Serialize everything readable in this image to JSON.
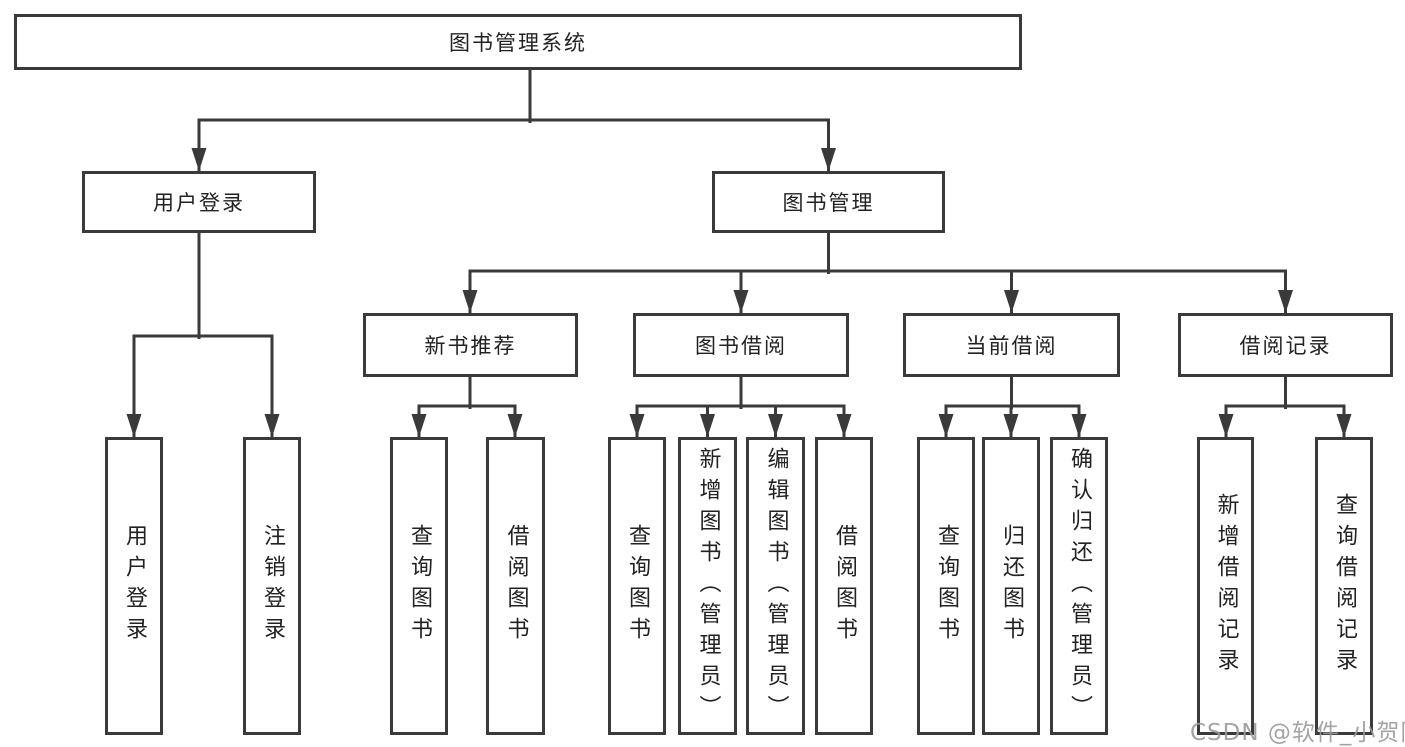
{
  "title": "图书管理系统",
  "colors": {
    "line": "#3a3a3a",
    "box_border": "#3a3a3a",
    "box_fill": "#ffffff",
    "text": "#222222",
    "watermark": "#9b9b9b"
  },
  "watermark": "CSDN @软件_小贺同学",
  "nodes": {
    "root": "图书管理系统",
    "l2_user_login": "用户登录",
    "l2_book_mgmt": "图书管理",
    "l3_new_book": "新书推荐",
    "l3_book_borrow": "图书借阅",
    "l3_current_borrow": "当前借阅",
    "l3_borrow_records": "借阅记录",
    "l4_user_login": "用户登录",
    "l4_logout": "注销登录",
    "l4_nb_query_book": "查询图书",
    "l4_nb_borrow_book": "借阅图书",
    "l4_bb_query_book": "查询图书",
    "l4_bb_add_book_admin": "新增图书（管理员）",
    "l4_bb_edit_book_admin": "编辑图书（管理员）",
    "l4_bb_borrow_book": "借阅图书",
    "l4_cb_query_book": "查询图书",
    "l4_cb_return_book": "归还图书",
    "l4_cb_confirm_return_admin": "确认归还（管理员）",
    "l4_br_add_record": "新增借阅记录",
    "l4_br_query_record": "查询借阅记录"
  },
  "hierarchy": [
    [
      "图书管理系统",
      "用户登录"
    ],
    [
      "图书管理系统",
      "图书管理"
    ],
    [
      "用户登录",
      "用户登录"
    ],
    [
      "用户登录",
      "注销登录"
    ],
    [
      "图书管理",
      "新书推荐"
    ],
    [
      "图书管理",
      "图书借阅"
    ],
    [
      "图书管理",
      "当前借阅"
    ],
    [
      "图书管理",
      "借阅记录"
    ],
    [
      "新书推荐",
      "查询图书"
    ],
    [
      "新书推荐",
      "借阅图书"
    ],
    [
      "图书借阅",
      "查询图书"
    ],
    [
      "图书借阅",
      "新增图书（管理员）"
    ],
    [
      "图书借阅",
      "编辑图书（管理员）"
    ],
    [
      "图书借阅",
      "借阅图书"
    ],
    [
      "当前借阅",
      "查询图书"
    ],
    [
      "当前借阅",
      "归还图书"
    ],
    [
      "当前借阅",
      "确认归还（管理员）"
    ],
    [
      "借阅记录",
      "新增借阅记录"
    ],
    [
      "借阅记录",
      "查询借阅记录"
    ]
  ]
}
